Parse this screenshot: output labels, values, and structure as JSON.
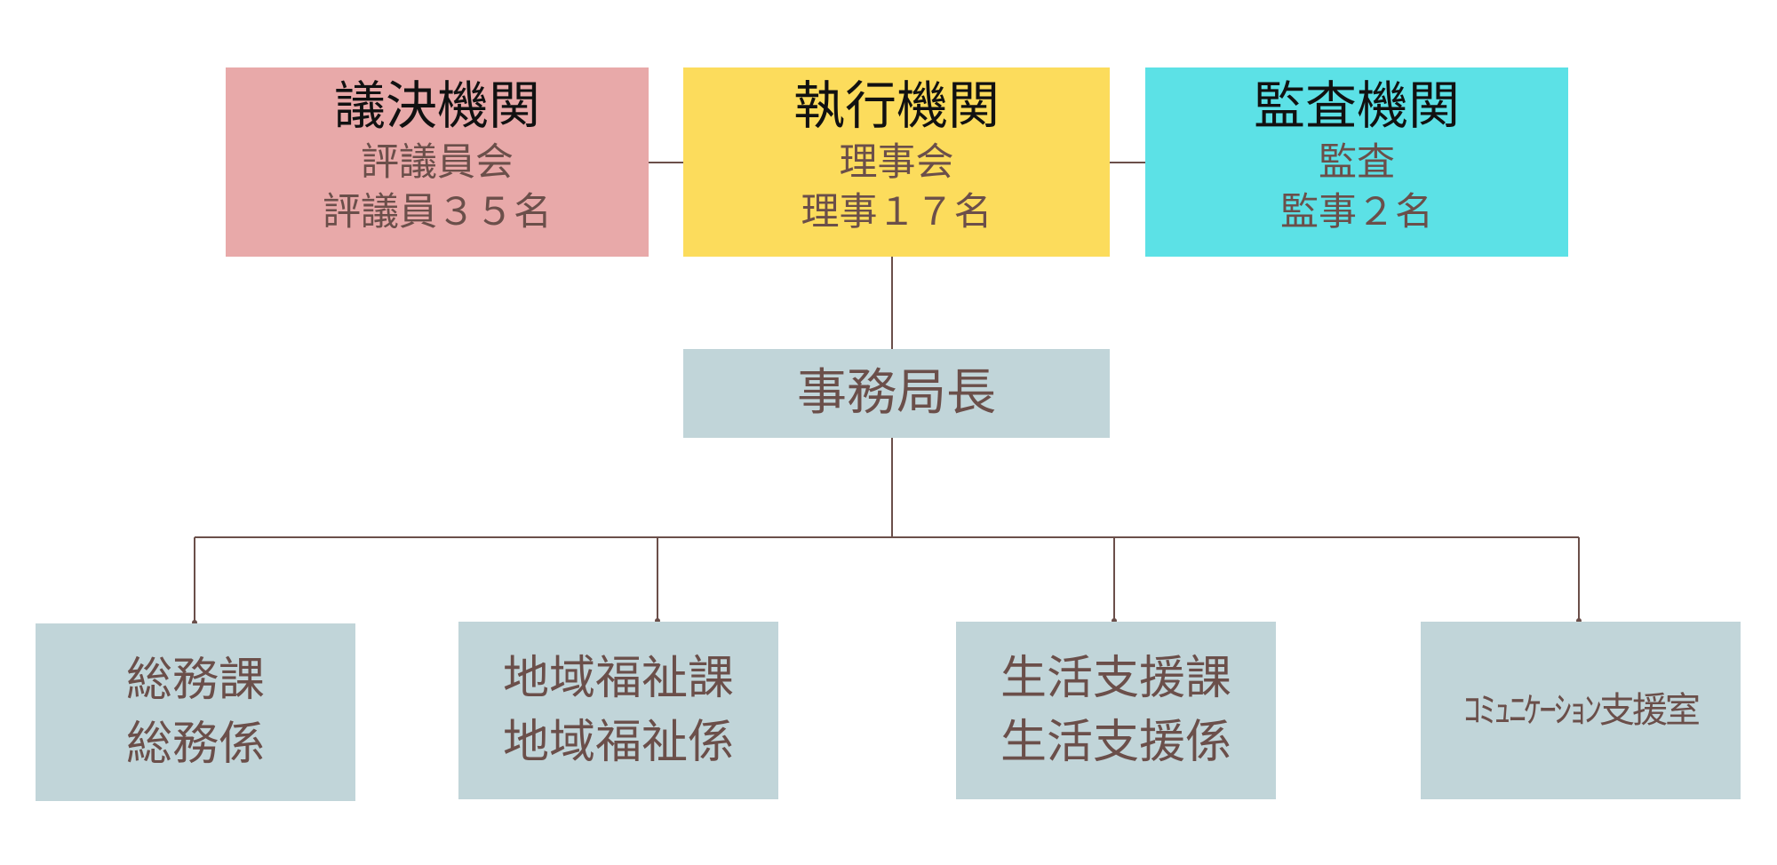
{
  "governance": {
    "deliberative": {
      "title": "議決機関",
      "body": "評議員会",
      "members": "評議員３５名",
      "color": "#e8a9a9"
    },
    "executive": {
      "title": "執行機関",
      "body": "理事会",
      "members": "理事１７名",
      "color": "#fcdc5c"
    },
    "audit": {
      "title": "監査機関",
      "body": "監査",
      "members": "監事２名",
      "color": "#5ce1e6"
    }
  },
  "secretariat": {
    "head": "事務局長",
    "color": "#c1d5d9"
  },
  "departments": [
    {
      "line1": "総務課",
      "line2": "総務係"
    },
    {
      "line1": "地域福祉課",
      "line2": "地域福祉係"
    },
    {
      "line1": "生活支援課",
      "line2": "生活支援係"
    },
    {
      "line1": "ｺﾐｭﾆｹｰｼｮﾝ支援室"
    }
  ],
  "connector_color": "#6b4f4a",
  "text_color": "#6b4f4a"
}
